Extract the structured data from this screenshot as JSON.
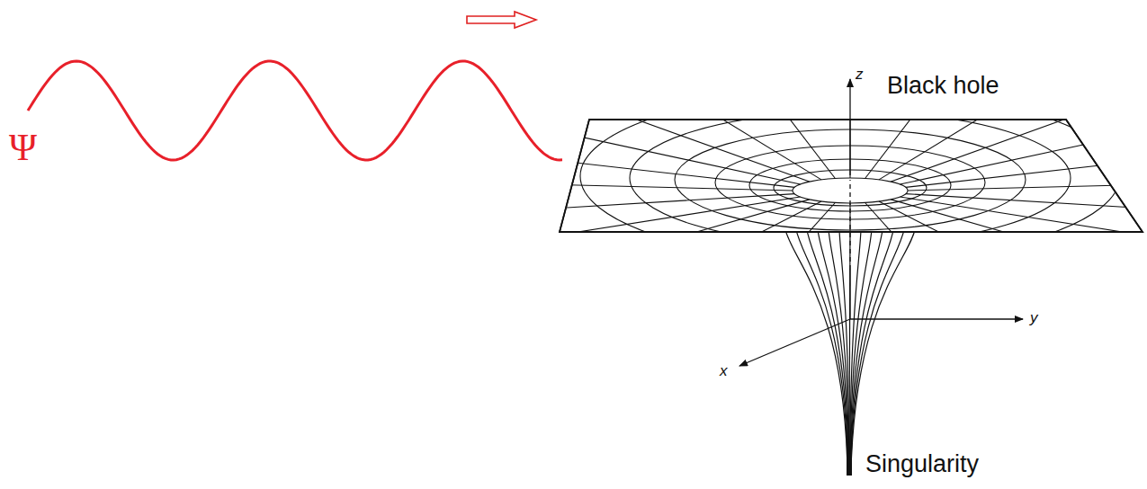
{
  "diagram": {
    "labels": [
      "z",
      "Black hole",
      "Ψ",
      "y",
      "x",
      "Singularity"
    ]
  }
}
